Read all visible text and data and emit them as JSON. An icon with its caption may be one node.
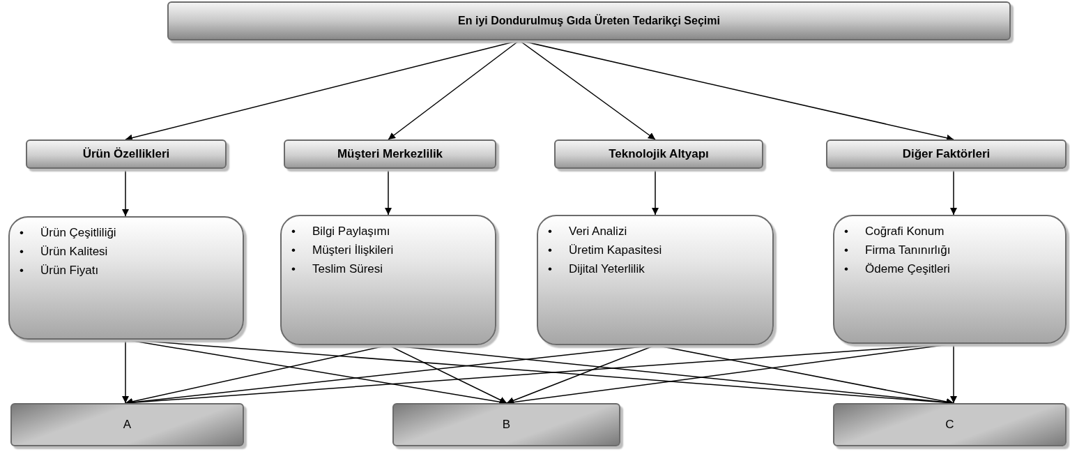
{
  "diagram": {
    "nodes": [
      {
        "text": [
          "En iyi Dondurulmuş Gıda Üreten Tedarikçi Seçimi"
        ]
      },
      {
        "text": [
          "Ürün Özellikleri"
        ]
      },
      {
        "text": [
          "Müşteri Merkezlilik"
        ]
      },
      {
        "text": [
          "Teknolojik Altyapı"
        ]
      },
      {
        "text": [
          "Diğer Faktörleri"
        ]
      },
      {
        "text": [
          "Ürün Çeşitliliği",
          "Ürün Kalitesi",
          "Ürün Fiyatı"
        ]
      },
      {
        "text": [
          "Bilgi Paylaşımı",
          "Müşteri İlişkileri",
          "Teslim Süresi"
        ]
      },
      {
        "text": [
          "Veri Analizi",
          "Üretim Kapasitesi",
          "Dijital Yeterlilik"
        ]
      },
      {
        "text": [
          "Coğrafi Konum",
          "Firma Tanınırlığı",
          "Ödeme Çeşitleri"
        ]
      },
      {
        "text": [
          "A"
        ]
      },
      {
        "text": [
          "B"
        ]
      },
      {
        "text": [
          "C"
        ]
      }
    ],
    "edges": [
      {
        "from": 0,
        "to": 1,
        "arrow": "to"
      },
      {
        "from": 0,
        "to": 2,
        "arrow": "to"
      },
      {
        "from": 0,
        "to": 3,
        "arrow": "to"
      },
      {
        "from": 0,
        "to": 4,
        "arrow": "to"
      },
      {
        "from": 1,
        "to": 5,
        "arrow": "to"
      },
      {
        "from": 2,
        "to": 6,
        "arrow": "to"
      },
      {
        "from": 3,
        "to": 7,
        "arrow": "to"
      },
      {
        "from": 4,
        "to": 8,
        "arrow": "to"
      },
      {
        "from": 5,
        "to": 9,
        "arrow": "to"
      },
      {
        "from": 5,
        "to": 10,
        "arrow": "to"
      },
      {
        "from": 5,
        "to": 11,
        "arrow": "to"
      },
      {
        "from": 6,
        "to": 9,
        "arrow": "to"
      },
      {
        "from": 6,
        "to": 10,
        "arrow": "to"
      },
      {
        "from": 6,
        "to": 11,
        "arrow": "to"
      },
      {
        "from": 7,
        "to": 9,
        "arrow": "to"
      },
      {
        "from": 7,
        "to": 10,
        "arrow": "to"
      },
      {
        "from": 7,
        "to": 11,
        "arrow": "to"
      },
      {
        "from": 8,
        "to": 9,
        "arrow": "to"
      },
      {
        "from": 8,
        "to": 10,
        "arrow": "to"
      },
      {
        "from": 8,
        "to": 11,
        "arrow": "to"
      }
    ],
    "labels": [
      "•",
      "•",
      "•",
      "•",
      "•",
      "•",
      "•",
      "•",
      "•",
      "•",
      "•",
      "•"
    ]
  }
}
